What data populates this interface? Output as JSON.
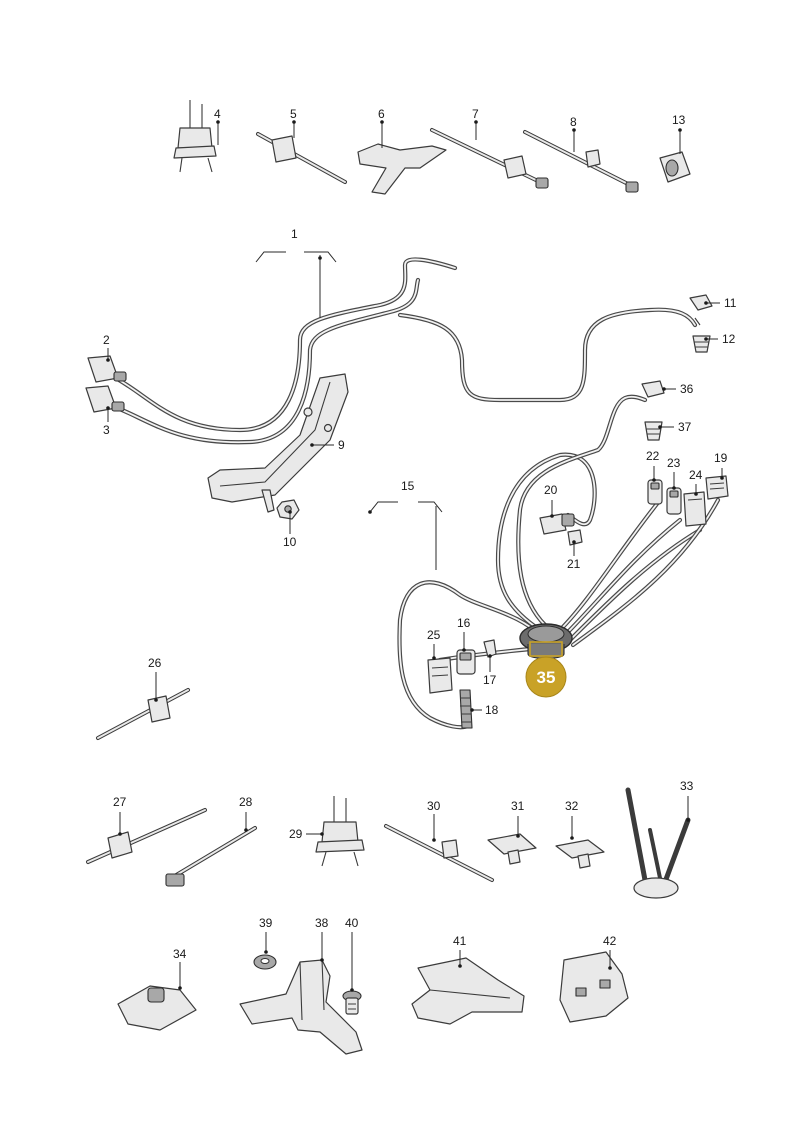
{
  "part_numbers": {
    "p1": "1",
    "p2": "2",
    "p3": "3",
    "p4": "4",
    "p5": "5",
    "p6": "6",
    "p7": "7",
    "p8": "8",
    "p9": "9",
    "p10": "10",
    "p11": "11",
    "p12": "12",
    "p13": "13",
    "p15": "15",
    "p16": "16",
    "p17": "17",
    "p18": "18",
    "p19": "19",
    "p20": "20",
    "p21": "21",
    "p22": "22",
    "p23": "23",
    "p24": "24",
    "p25": "25",
    "p26": "26",
    "p27": "27",
    "p28": "28",
    "p29": "29",
    "p30": "30",
    "p31": "31",
    "p32": "32",
    "p33": "33",
    "p34": "34",
    "p36": "36",
    "p37": "37",
    "p38": "38",
    "p39": "39",
    "p40": "40",
    "p41": "41",
    "p42": "42"
  },
  "highlight": {
    "label": "35",
    "color": "#c9a227"
  },
  "colors": {
    "line": "#3b3b3b",
    "fill": "#e9e9e9",
    "accent": "#c9a227"
  }
}
